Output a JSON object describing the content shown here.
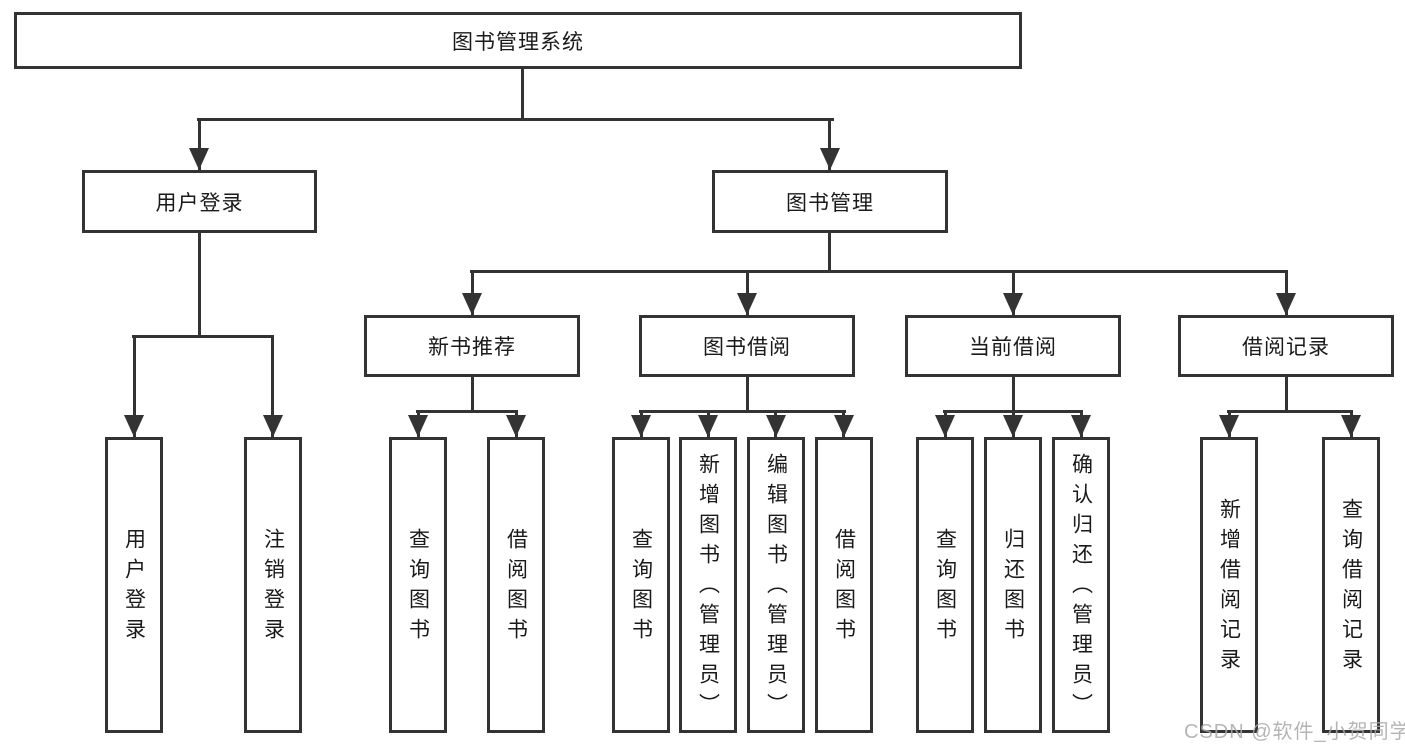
{
  "tree": {
    "label": "图书管理系统",
    "children": [
      {
        "label": "用户登录",
        "children": [
          {
            "label": "用户登录"
          },
          {
            "label": "注销登录"
          }
        ]
      },
      {
        "label": "图书管理",
        "children": [
          {
            "label": "新书推荐",
            "children": [
              {
                "label": "查询图书"
              },
              {
                "label": "借阅图书"
              }
            ]
          },
          {
            "label": "图书借阅",
            "children": [
              {
                "label": "查询图书"
              },
              {
                "label": "新增图书（管理员）"
              },
              {
                "label": "编辑图书（管理员）"
              },
              {
                "label": "借阅图书"
              }
            ]
          },
          {
            "label": "当前借阅",
            "children": [
              {
                "label": "查询图书"
              },
              {
                "label": "归还图书"
              },
              {
                "label": "确认归还（管理员）"
              }
            ]
          },
          {
            "label": "借阅记录",
            "children": [
              {
                "label": "新增借阅记录"
              },
              {
                "label": "查询借阅记录"
              }
            ]
          }
        ]
      }
    ]
  },
  "watermark": {
    "text": "CSDN @软件_小贺同学"
  },
  "colors": {
    "line": "#333333",
    "box_border": "#333333",
    "text": "#1a1a1a",
    "background": "#ffffff",
    "watermark": "#a9a9a9"
  }
}
